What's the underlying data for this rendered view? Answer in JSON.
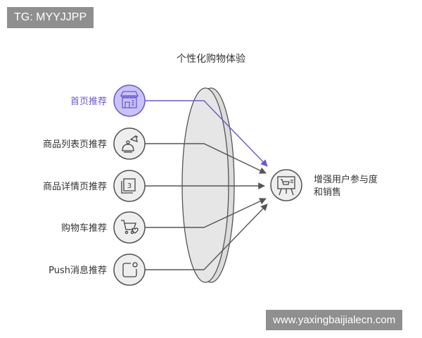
{
  "title": "个性化购物体验",
  "watermarks": {
    "top": "TG: MYYJJPP",
    "bottom": "www.yaxingbaijialecn.com"
  },
  "inputs": [
    {
      "label": "首页推荐",
      "icon": "storefront-icon",
      "highlighted": true
    },
    {
      "label": "商品列表页推荐",
      "icon": "robot-megaphone-icon",
      "highlighted": false
    },
    {
      "label": "商品详情页推荐",
      "icon": "numbered-pages-icon",
      "highlighted": false
    },
    {
      "label": "购物车推荐",
      "icon": "cart-heart-icon",
      "highlighted": false
    },
    {
      "label": "Push消息推荐",
      "icon": "notification-icon",
      "highlighted": false
    }
  ],
  "output": {
    "label_lines": [
      "增强用户参与度",
      "和销售"
    ],
    "icon": "presentation-cart-icon"
  },
  "colors": {
    "highlight": "#6a5acd",
    "highlight_fill": "#c9c3f5",
    "line": "#555555",
    "node_fill": "#eeeeee",
    "lens_fill": "#dcdcdc",
    "text": "#333333"
  }
}
